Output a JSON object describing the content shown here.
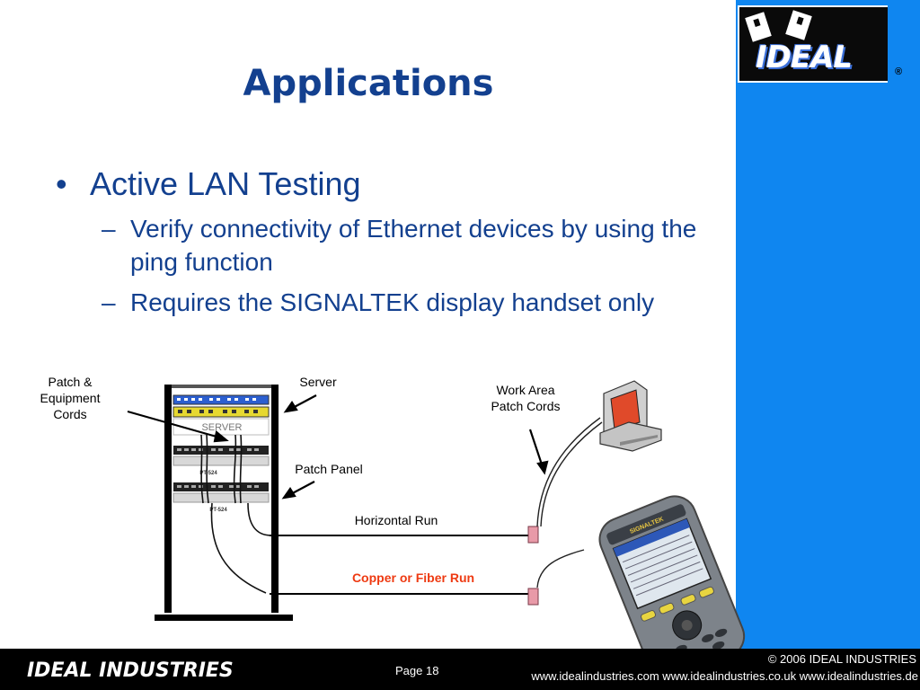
{
  "logo": {
    "text": "IDEAL",
    "registered": "®"
  },
  "title": "Applications",
  "bullets": {
    "main": {
      "marker": "•",
      "text": "Active LAN Testing"
    },
    "subs": [
      {
        "marker": "–",
        "text": "Verify connectivity of Ethernet devices by using the ping function"
      },
      {
        "marker": "–",
        "text": "Requires the SIGNALTEK display handset only"
      }
    ]
  },
  "diagram": {
    "labels": {
      "patch_equipment_cords": [
        "Patch &",
        "Equipment",
        "Cords"
      ],
      "server": "Server",
      "patch_panel": "Patch Panel",
      "work_area_patch_cords": [
        "Work Area",
        "Patch Cords"
      ],
      "horizontal_run": "Horizontal Run",
      "copper_or_fiber_run": "Copper or Fiber Run"
    },
    "rack_text": {
      "server": "SERVER",
      "panel_1": "PT-524",
      "panel_2": "PT-524"
    },
    "device_text": {
      "brand": "SIGNALTEK"
    },
    "colors": {
      "highlight_label": "#ee3a12",
      "brand_blue": "#13408f",
      "side_band": "#0f86f0"
    }
  },
  "footer": {
    "company": "IDEAL INDUSTRIES",
    "page": "Page 18",
    "copyright": "© 2006 IDEAL INDUSTRIES",
    "urls": "www.idealindustries.com www.idealindustries.co.uk www.idealindustries.de"
  }
}
